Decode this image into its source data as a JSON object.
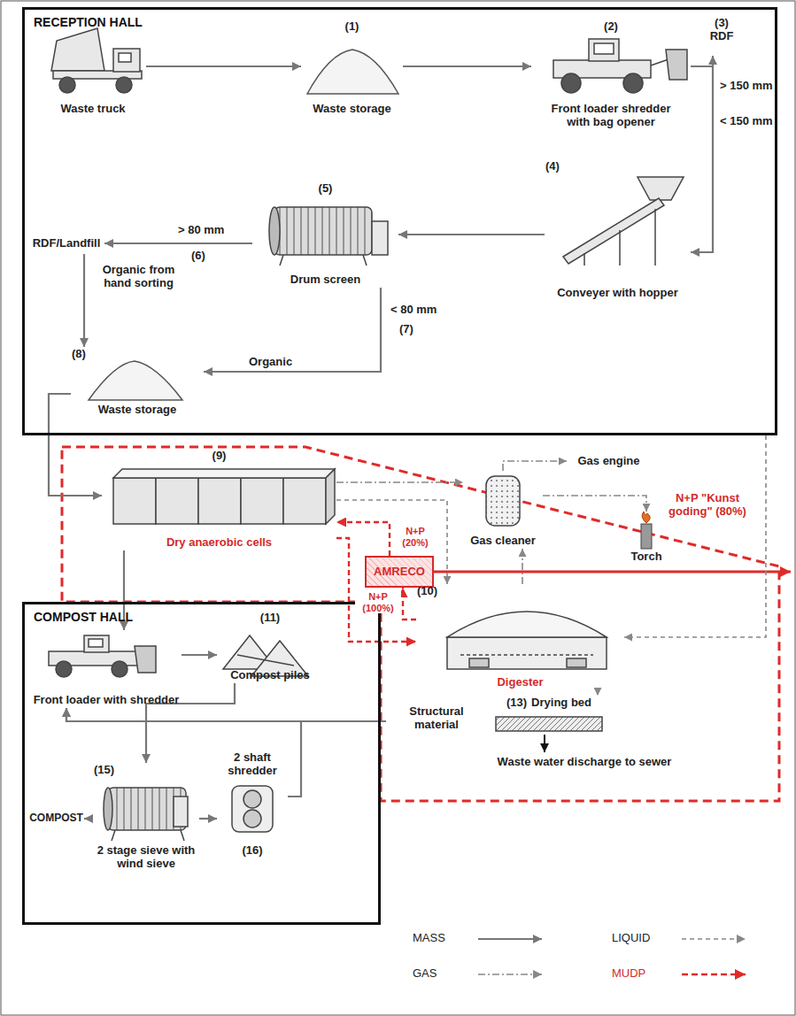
{
  "diagram": {
    "nodes": [
      {
        "text": [
          "RECEPTION HALL"
        ]
      },
      {
        "text": [
          "Waste truck"
        ],
        "in": 0
      },
      {
        "text": [
          "(1)",
          "Waste storage"
        ],
        "in": 0
      },
      {
        "text": [
          "(2)",
          "Front loader shredder with bag opener"
        ],
        "in": 0
      },
      {
        "text": [
          "(3)",
          "RDF"
        ],
        "in": 0
      },
      {
        "text": [
          "(4)",
          "Conveyer with hopper"
        ],
        "in": 0
      },
      {
        "text": [
          "(5)",
          "Drum screen"
        ],
        "in": 0
      },
      {
        "text": [
          "RDF/Landfill"
        ],
        "in": 0
      },
      {
        "text": [
          "(8)",
          "Waste storage"
        ],
        "in": 0
      },
      {
        "text": [
          "(9)",
          "Dry anaerobic cells"
        ]
      },
      {
        "text": [
          "AMRECO"
        ]
      },
      {
        "text": [
          "Gas cleaner"
        ]
      },
      {
        "text": [
          "Gas engine"
        ]
      },
      {
        "text": [
          "Torch"
        ]
      },
      {
        "text": [
          "(10)",
          "Digester"
        ]
      },
      {
        "text": [
          "COMPOST HALL"
        ]
      },
      {
        "text": [
          "Front loader with shredder"
        ],
        "in": 15
      },
      {
        "text": [
          "(11)",
          "Compost piles"
        ],
        "in": 15
      },
      {
        "text": [
          "(15)",
          "2 stage sieve with wind sieve"
        ],
        "in": 15
      },
      {
        "text": [
          "2 shaft shredder",
          "(16)"
        ],
        "in": 15
      },
      {
        "text": [
          "(13)",
          "Drying bed"
        ]
      },
      {
        "text": [
          "Waste water discharge to sewer"
        ]
      },
      {
        "text": [
          "COMPOST"
        ],
        "in": 15
      }
    ],
    "edges": [
      {
        "from": 1,
        "to": 2,
        "arrow": "to"
      },
      {
        "from": 2,
        "to": 3,
        "arrow": "to"
      },
      {
        "from": 3,
        "to": 4,
        "label": "> 150 mm",
        "arrow": "to"
      },
      {
        "from": 3,
        "to": 5,
        "label": "< 150 mm",
        "arrow": "to"
      },
      {
        "from": 5,
        "to": 6,
        "arrow": "to"
      },
      {
        "from": 6,
        "to": 7,
        "arrow": "to"
      },
      {
        "from": 7,
        "to": 8,
        "label": "Organic from hand sorting",
        "arrow": "to"
      },
      {
        "from": 6,
        "to": 8,
        "label": "Organic",
        "arrow": "to"
      },
      {
        "from": 8,
        "to": 9,
        "arrow": "to"
      },
      {
        "from": 9,
        "to": 11,
        "arrow": "to"
      },
      {
        "from": 11,
        "to": 12,
        "arrow": "to"
      },
      {
        "from": 11,
        "to": 13,
        "arrow": "to"
      },
      {
        "from": 9,
        "to": 14,
        "arrow": "to"
      },
      {
        "from": 14,
        "to": 11,
        "arrow": "to"
      },
      {
        "from": 0,
        "to": 14,
        "arrow": "to"
      },
      {
        "from": 14,
        "to": 20,
        "arrow": "to"
      },
      {
        "from": 20,
        "to": 21,
        "arrow": "to"
      },
      {
        "from": 14,
        "to": 10,
        "label": "N+P (100%)",
        "arrow": "to"
      },
      {
        "from": 10,
        "to": 9,
        "label": "N+P (20%)",
        "arrow": "to"
      },
      {
        "from": 9,
        "to": 14,
        "arrow": "to"
      },
      {
        "from": 9,
        "to": 16,
        "arrow": "to"
      },
      {
        "from": 16,
        "to": 17,
        "arrow": "to"
      },
      {
        "from": 17,
        "to": 18,
        "arrow": "to"
      },
      {
        "from": 18,
        "to": 22,
        "arrow": "to"
      },
      {
        "from": 18,
        "to": 19,
        "arrow": "to"
      },
      {
        "from": 19,
        "to": 16,
        "arrow": "to"
      },
      {
        "from": 20,
        "to": 16,
        "label": "Structural material",
        "arrow": "to"
      }
    ],
    "labels": [
      "> 80 mm",
      "(6)",
      "< 80 mm",
      "(7)",
      "N+P \"Kunst goding\" (80%)"
    ],
    "legend": [
      {
        "text": "MASS"
      },
      {
        "text": "LIQUID"
      },
      {
        "text": "GAS"
      },
      {
        "text": "MUDP"
      }
    ]
  }
}
